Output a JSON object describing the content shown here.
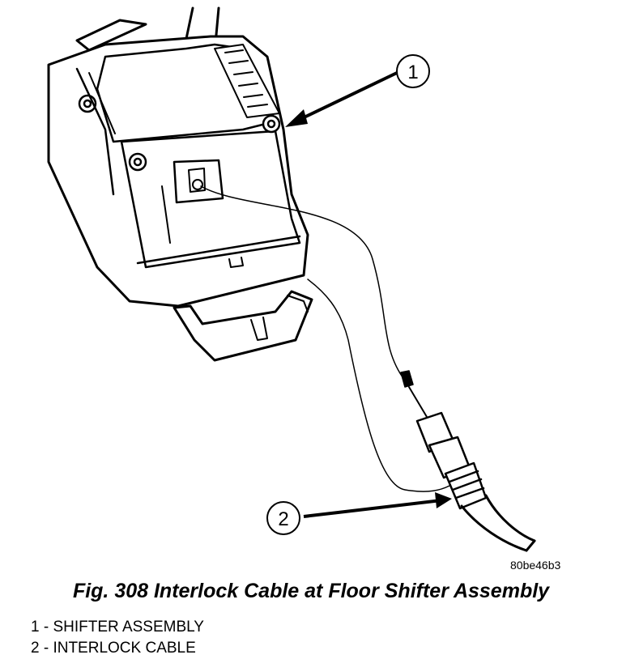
{
  "callouts": [
    "1",
    "2"
  ],
  "drawing_code": "80be46b3",
  "caption": "Fig. 308 Interlock Cable at Floor Shifter Assembly",
  "legend": [
    "1 - SHIFTER ASSEMBLY",
    "2 - INTERLOCK CABLE"
  ]
}
